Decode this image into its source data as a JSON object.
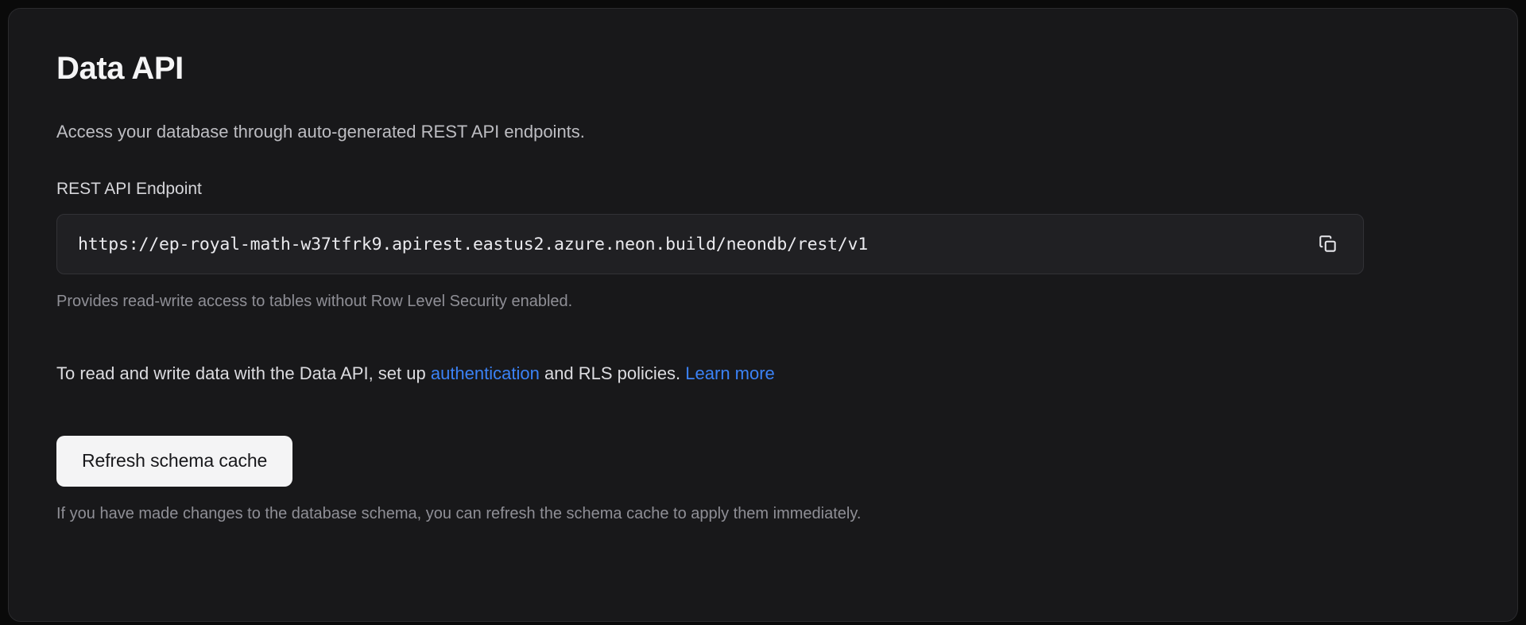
{
  "card": {
    "title": "Data API",
    "description": "Access your database through auto-generated REST API endpoints."
  },
  "endpoint": {
    "label": "REST API Endpoint",
    "value": "https://ep-royal-math-w37tfrk9.apirest.eastus2.azure.neon.build/neondb/rest/v1",
    "placeholder": "https://",
    "copy_icon": "copy-icon",
    "helper": "Provides read-write access to tables without Row Level Security enabled."
  },
  "policy": {
    "prefix": "To read and write data with the Data API, set up ",
    "link_auth": "authentication",
    "middle": " and RLS policies. ",
    "link_learn": "Learn more"
  },
  "actions": {
    "refresh_label": "Refresh schema cache",
    "refresh_helper": "If you have made changes to the database schema, you can refresh the schema cache to apply them immediately."
  },
  "colors": {
    "page_background": "#0a0a0a",
    "card_background": "#18181a",
    "card_border": "#2a2a2d",
    "input_background": "#202023",
    "link": "#3b82f6",
    "button_background": "#f4f4f5",
    "button_text": "#18181b"
  }
}
